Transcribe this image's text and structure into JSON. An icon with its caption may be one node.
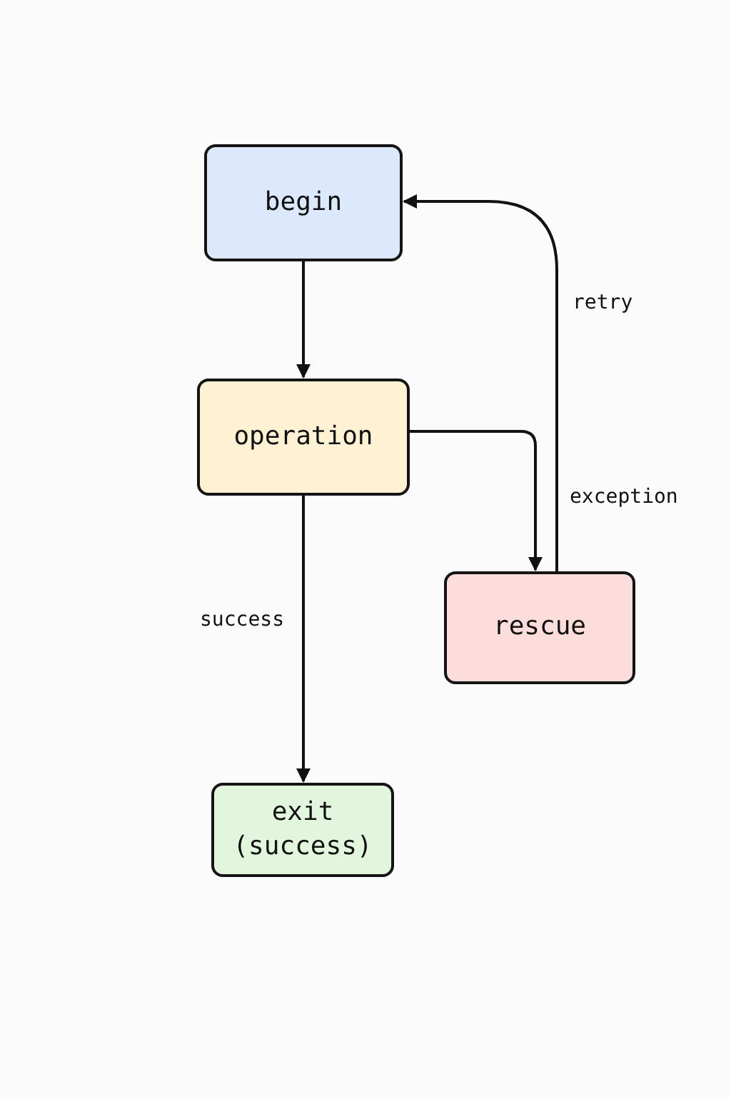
{
  "diagram": {
    "nodes": [
      {
        "text": [
          "begin"
        ]
      },
      {
        "text": [
          "operation"
        ]
      },
      {
        "text": [
          "rescue"
        ]
      },
      {
        "text": [
          "exit (success)"
        ]
      }
    ],
    "edges": [
      {
        "from": 0,
        "to": 1,
        "arrow": "to"
      },
      {
        "from": 1,
        "to": 2,
        "arrow": "to",
        "label": "exception"
      },
      {
        "from": 2,
        "to": 0,
        "arrow": "to",
        "label": "retry"
      },
      {
        "from": 1,
        "to": 3,
        "arrow": "to",
        "label": "success"
      }
    ]
  }
}
